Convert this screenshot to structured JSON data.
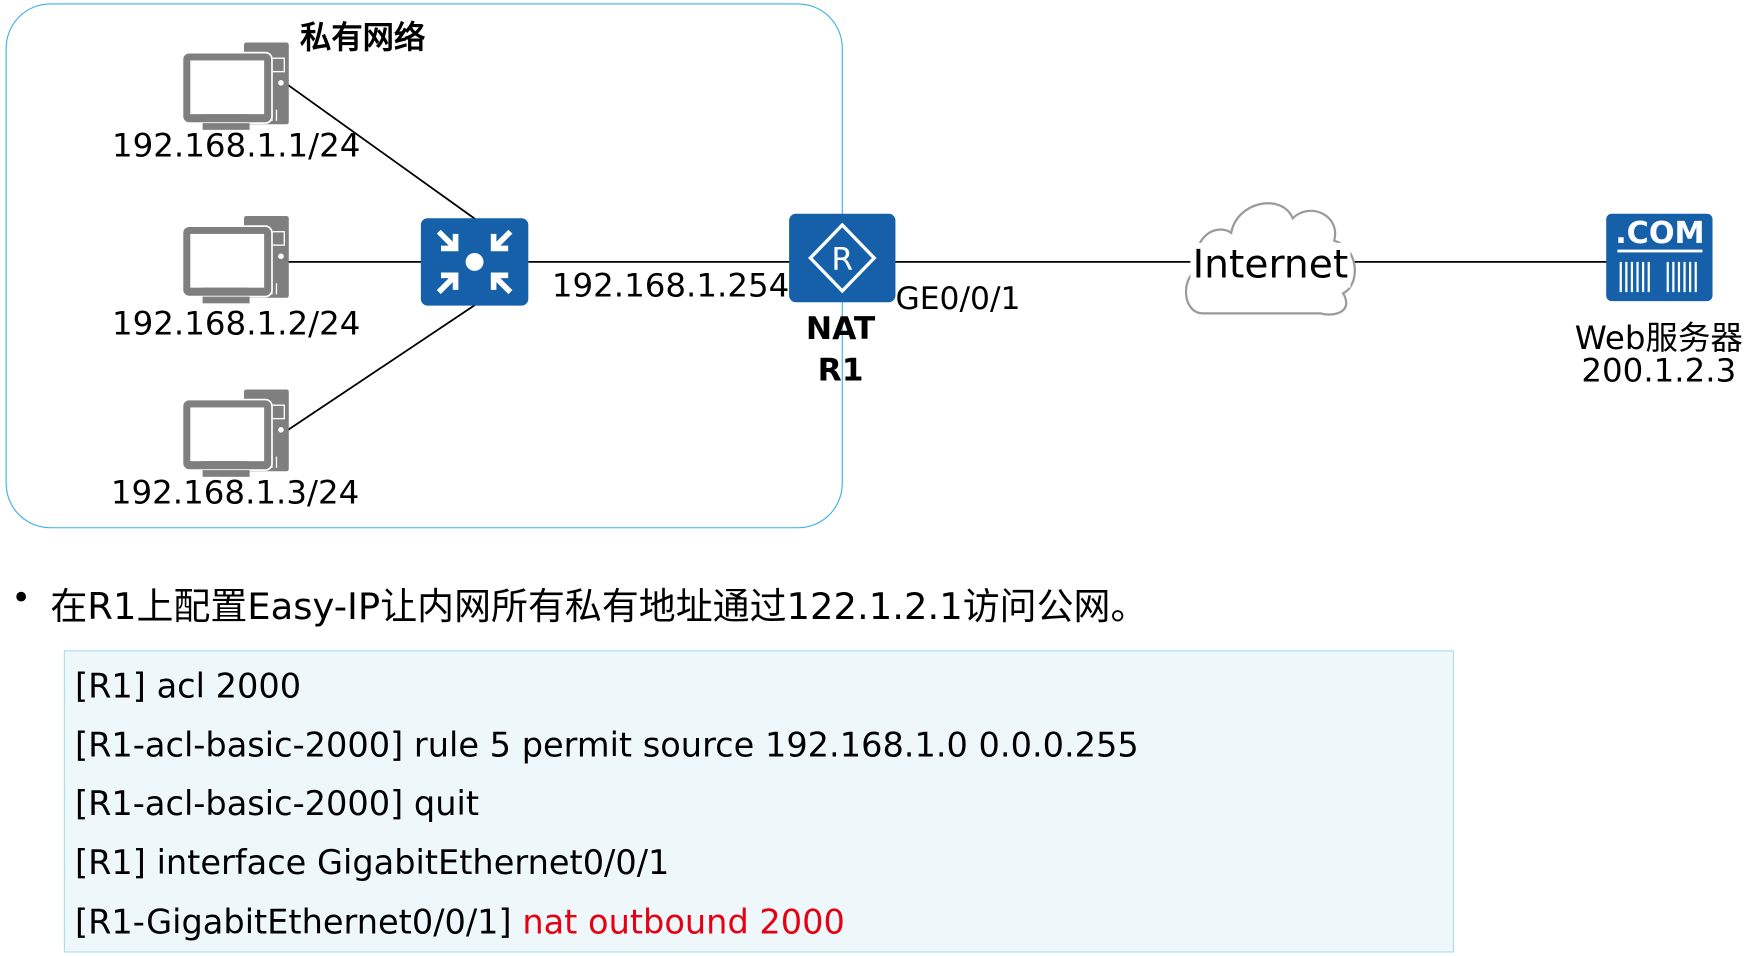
{
  "diagram": {
    "private_network_title": "私有网络",
    "hosts": [
      {
        "ip": "192.168.1.1/24"
      },
      {
        "ip": "192.168.1.2/24"
      },
      {
        "ip": "192.168.1.3/24"
      }
    ],
    "router_lan_ip": "192.168.1.254",
    "router_labels": [
      "NAT",
      "R1"
    ],
    "router_icon_letter": "R",
    "router_wan_interface": "GE0/0/1",
    "cloud_label": "Internet",
    "server_icon_text": ".COM",
    "server_name": "Web服务器",
    "server_ip": "200.1.2.3",
    "colors": {
      "device_blue": "#1560a8",
      "pc_gray": "#7f7f7f",
      "box_border": "#3db0e3",
      "highlight": "#e60012"
    }
  },
  "bullet": "在R1上配置Easy-IP让内网所有私有地址通过122.1.2.1访问公网。",
  "code": [
    {
      "text": "[R1] acl 2000",
      "highlight": ""
    },
    {
      "text": "[R1-acl-basic-2000] rule 5 permit source 192.168.1.0 0.0.0.255",
      "highlight": ""
    },
    {
      "text": "[R1-acl-basic-2000] quit",
      "highlight": ""
    },
    {
      "text": "[R1] interface GigabitEthernet0/0/1",
      "highlight": ""
    },
    {
      "text": "[R1-GigabitEthernet0/0/1] ",
      "highlight": "nat outbound 2000"
    }
  ]
}
